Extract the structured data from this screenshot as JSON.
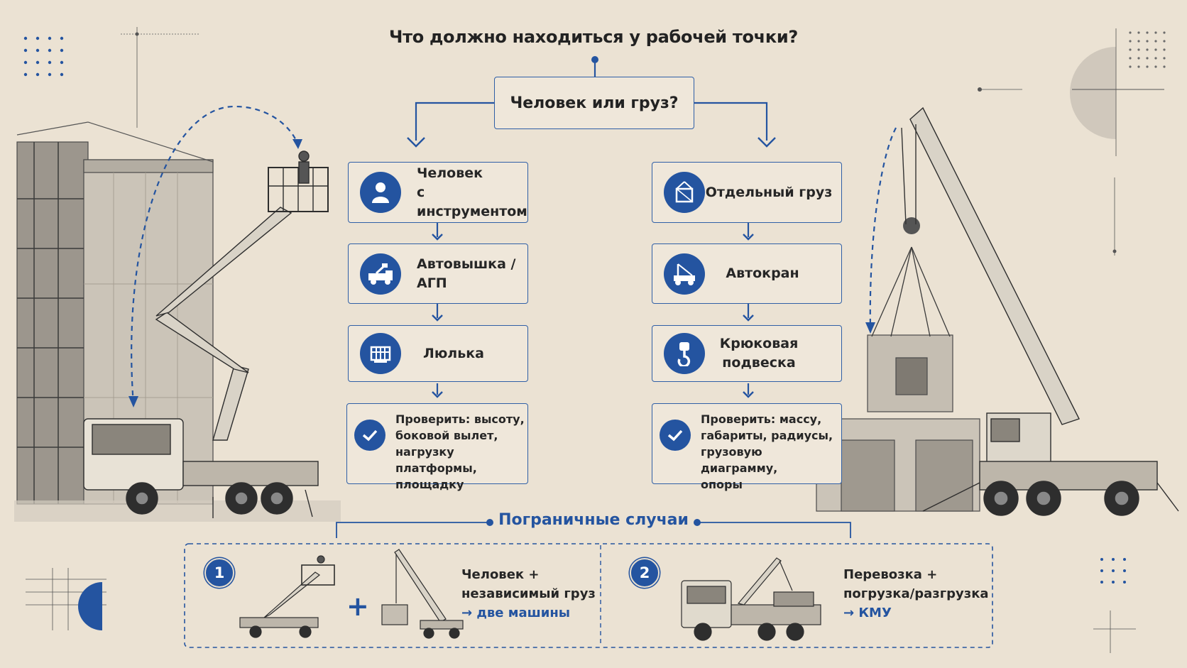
{
  "title": "Что должно находиться у рабочей точки?",
  "question": "Человек или груз?",
  "colors": {
    "accent": "#2454a0",
    "background": "#ebe2d3",
    "box_fill": "#efe7da"
  },
  "left_branch": {
    "start": {
      "icon": "person-icon",
      "label_line1": "Человек",
      "label_line2": "с инструментом"
    },
    "machine": {
      "icon": "aerial-platform-truck-icon",
      "label": "Автовышка / АГП"
    },
    "attachment": {
      "icon": "basket-icon",
      "label": "Люлька"
    },
    "check": {
      "icon": "checkmark-icon",
      "lines": [
        "Проверить: высоту,",
        "боковой вылет,",
        "нагрузку платформы,",
        "площадку"
      ]
    }
  },
  "right_branch": {
    "start": {
      "icon": "crate-icon",
      "label": "Отдельный груз"
    },
    "machine": {
      "icon": "crane-truck-icon",
      "label": "Автокран"
    },
    "attachment": {
      "icon": "hook-icon",
      "label_line1": "Крюковая",
      "label_line2": "подвеска"
    },
    "check": {
      "icon": "checkmark-icon",
      "lines": [
        "Проверить: массу,",
        "габариты, радиусы,",
        "грузовую диаграмму,",
        "опоры"
      ]
    }
  },
  "edge_cases": {
    "title": "Пограничные случаи",
    "case1": {
      "number": "1",
      "plus": "+",
      "line1": "Человек +",
      "line2": "независимый груз",
      "result": "→ две машины"
    },
    "case2": {
      "number": "2",
      "line1": "Перевозка +",
      "line2": "погрузка/разгрузка",
      "result": "→ КМУ"
    }
  }
}
